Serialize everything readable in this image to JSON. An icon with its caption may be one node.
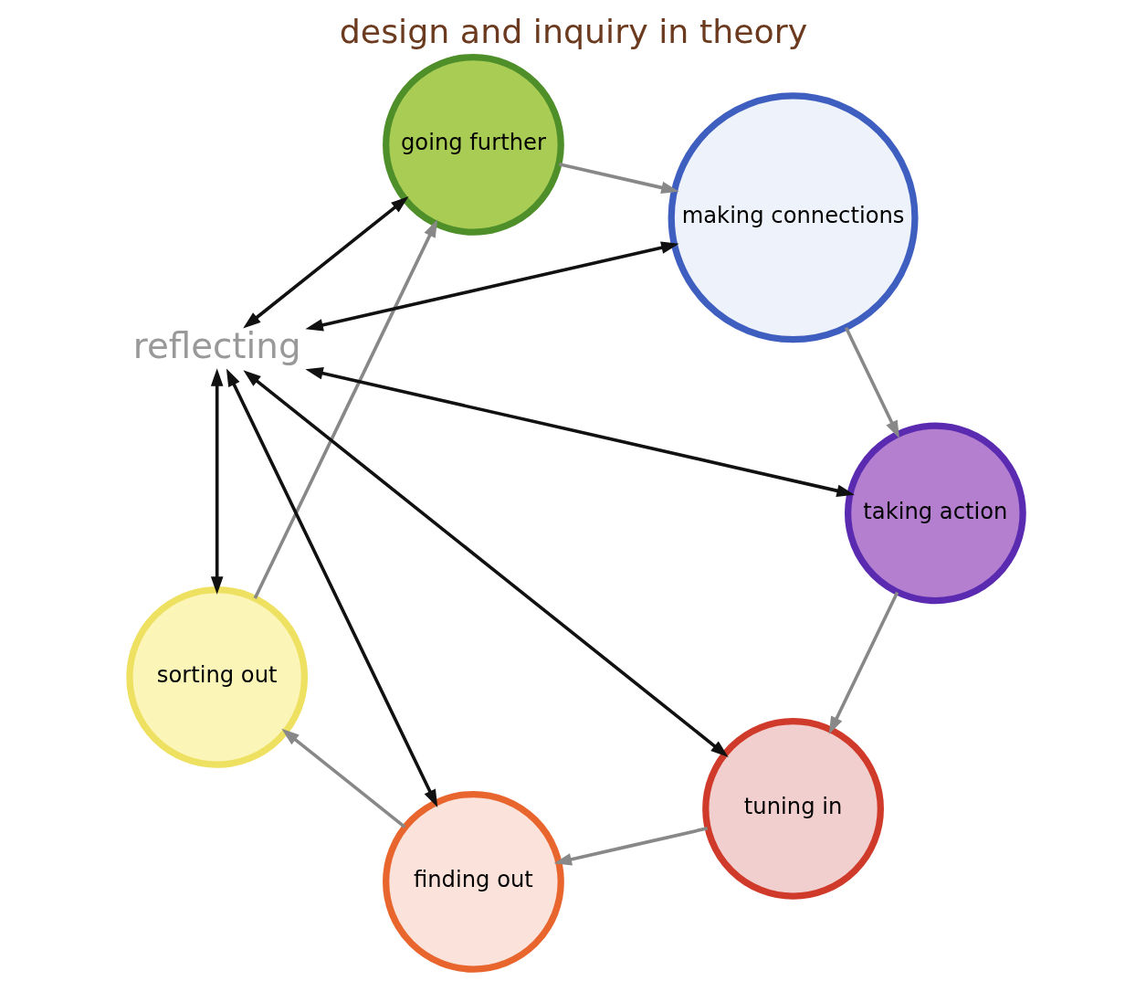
{
  "diagram": {
    "title": "design and inquiry in theory",
    "nodes": [
      {
        "text": [
          "tuning in"
        ]
      },
      {
        "text": [
          "finding out"
        ]
      },
      {
        "text": [
          "sorting out"
        ]
      },
      {
        "text": [
          "going further"
        ]
      },
      {
        "text": [
          "making connections"
        ]
      },
      {
        "text": [
          "taking action"
        ]
      },
      {
        "text": [
          "reflecting"
        ]
      }
    ],
    "edges": [
      {
        "from": 0,
        "to": 1,
        "arrow": "to",
        "color": "#888888"
      },
      {
        "from": 1,
        "to": 2,
        "arrow": "to",
        "color": "#888888"
      },
      {
        "from": 2,
        "to": 3,
        "arrow": "to",
        "color": "#888888"
      },
      {
        "from": 3,
        "to": 4,
        "arrow": "to",
        "color": "#888888"
      },
      {
        "from": 4,
        "to": 5,
        "arrow": "to",
        "color": "#888888"
      },
      {
        "from": 5,
        "to": 0,
        "arrow": "to",
        "color": "#888888"
      },
      {
        "from": 6,
        "to": 0,
        "arrow": "both",
        "color": "#111111"
      },
      {
        "from": 6,
        "to": 1,
        "arrow": "both",
        "color": "#111111"
      },
      {
        "from": 6,
        "to": 2,
        "arrow": "both",
        "color": "#111111"
      },
      {
        "from": 6,
        "to": 3,
        "arrow": "both",
        "color": "#111111"
      },
      {
        "from": 6,
        "to": 4,
        "arrow": "both",
        "color": "#111111"
      },
      {
        "from": 6,
        "to": 5,
        "arrow": "both",
        "color": "#111111"
      }
    ]
  }
}
